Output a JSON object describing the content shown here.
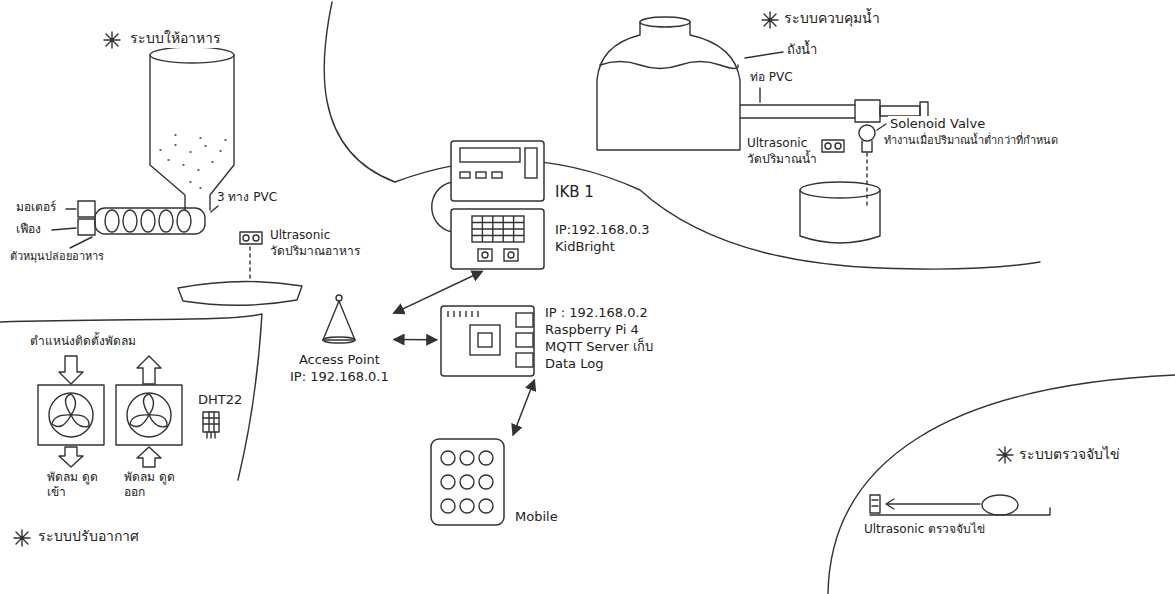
{
  "diagram": {
    "nodes": [
      {
        "text": [
          "IKB 1"
        ]
      },
      {
        "text": [
          "IP:192.168.0.3",
          "KidBright"
        ]
      },
      {
        "text": [
          "Access Point",
          "IP: 192.168.0.1"
        ]
      },
      {
        "text": [
          "IP : 192.168.0.2",
          "Raspberry Pi 4 MQTT Server เก็บ Data Log"
        ]
      },
      {
        "text": [
          "Mobile"
        ]
      }
    ],
    "edges": [
      {
        "from": 2,
        "to": 1,
        "arrow": "both"
      },
      {
        "from": 2,
        "to": 3,
        "arrow": "both"
      },
      {
        "from": 3,
        "to": 4,
        "arrow": "both"
      }
    ],
    "labels": [
      "ระบบให้อาหาร",
      "มอเตอร์",
      "เฟือง",
      "ตัวหมุนปล่อยอาหาร",
      "3 ทาง PVC",
      "Ultrasonic",
      "วัดปริมาณอาหาร",
      "ถังน้ำ",
      "ระบบควบคุมน้ำ",
      "ท่อ PVC",
      "Solenoid Valve",
      "ทำงานเมื่อปริมาณน้ำต่ำกว่าที่กำหนด",
      "Ultrasonic",
      "วัดปริมาณน้ำ",
      "ตำแหน่งติดตั้งพัดลม",
      "DHT22",
      "พัดลม ดูดเข้า",
      "พัดลม ดูดออก",
      "ระบบปรับอากาศ",
      "ระบบตรวจจับไข่",
      "Ultrasonic ตรวจจับไข่"
    ]
  }
}
